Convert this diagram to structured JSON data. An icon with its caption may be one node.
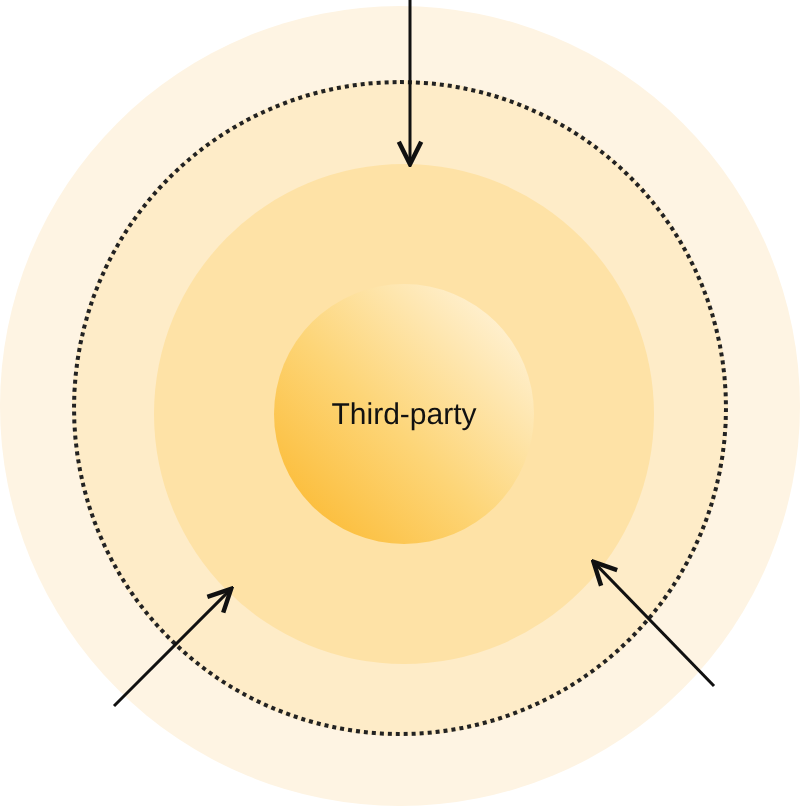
{
  "diagram": {
    "nodes": [
      {
        "text": [],
        "shape": "circle"
      },
      {
        "text": [],
        "shape": "circle",
        "in": 0
      },
      {
        "text": [],
        "shape": "circle",
        "in": 1
      },
      {
        "text": [
          "Third-party"
        ],
        "in": 2
      }
    ],
    "edges": [
      {
        "from": null,
        "to": 2,
        "arrow": "to"
      },
      {
        "from": null,
        "to": 2,
        "arrow": "to"
      },
      {
        "from": null,
        "to": 2,
        "arrow": "to"
      }
    ]
  }
}
